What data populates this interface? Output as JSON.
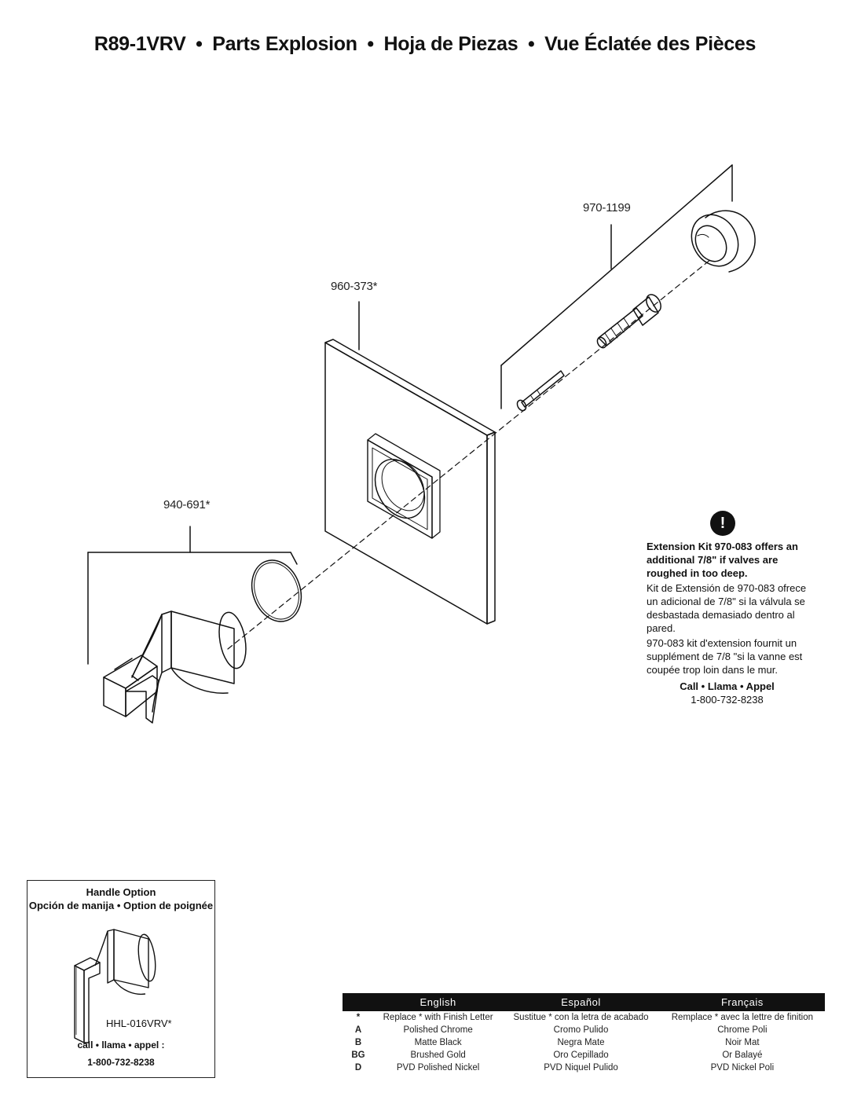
{
  "title": {
    "model": "R89-1VRV",
    "separator": "•",
    "en": "Parts Explosion",
    "es": "Hoja de Piezas",
    "fr": "Vue Éclatée des Pièces"
  },
  "parts": {
    "extension_part": "970-1199",
    "plate_part": "960-373*",
    "handle_part": "940-691*"
  },
  "warning": {
    "icon": "exclamation-icon",
    "text_en": "Extension Kit 970-083 offers an additional 7/8\" if valves are roughed in too deep.",
    "text_es": "Kit de Extensión de 970-083 ofrece un adicional de 7/8\" si la válvula se desbastada demasiado dentro al pared.",
    "text_fr": "970-083 kit d'extension fournit un supplément de 7/8 \"si la vanne est coupée trop loin dans le mur.",
    "call_heading": "Call • Llama • Appel",
    "phone": "1-800-732-8238"
  },
  "handle_option": {
    "title_en": "Handle Option",
    "title_es_fr": "Opción de manija • Option de poignée",
    "part": "HHL-016VRV*",
    "call": "call • llama • appel :",
    "phone": "1-800-732-8238"
  },
  "finish_table": {
    "headers": [
      "",
      "English",
      "Español",
      "Français"
    ],
    "rows": [
      {
        "code": "*",
        "en": "Replace * with Finish Letter",
        "es": "Sustitue * con la letra de acabado",
        "fr": "Remplace * avec la lettre de finition"
      },
      {
        "code": "A",
        "en": "Polished Chrome",
        "es": "Cromo Pulido",
        "fr": "Chrome Poli"
      },
      {
        "code": "B",
        "en": "Matte Black",
        "es": "Negra Mate",
        "fr": "Noir Mat"
      },
      {
        "code": "BG",
        "en": "Brushed Gold",
        "es": "Oro Cepillado",
        "fr": "Or Balayé"
      },
      {
        "code": "D",
        "en": "PVD Polished Nickel",
        "es": "PVD Niquel Pulido",
        "fr": "PVD Nickel Poli"
      }
    ]
  }
}
